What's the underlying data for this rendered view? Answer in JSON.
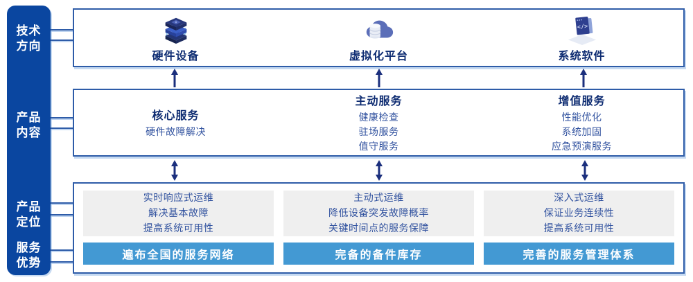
{
  "colors": {
    "sidebar_bg": "#0a46a0",
    "box_border": "#2e5ca8",
    "title_text": "#0e2c72",
    "body_text": "#31529f",
    "banner_bg": "#4399d3",
    "panel_bg": "#efefef",
    "arrow": "#1b2f7d"
  },
  "sidebar": {
    "labels": [
      {
        "line1": "技术",
        "line2": "方向"
      },
      {
        "line1": "产品",
        "line2": "内容"
      },
      {
        "line1": "产品",
        "line2": "定位"
      },
      {
        "line1": "服务",
        "line2": "优势"
      }
    ]
  },
  "tech_row": {
    "items": [
      {
        "icon": "server-stack-icon",
        "label": "硬件设备"
      },
      {
        "icon": "cloud-database-icon",
        "label": "虚拟化平台"
      },
      {
        "icon": "code-window-icon",
        "label": "系统软件"
      }
    ]
  },
  "content_row": {
    "items": [
      {
        "title": "核心服务",
        "lines": [
          "硬件故障解决"
        ]
      },
      {
        "title": "主动服务",
        "lines": [
          "健康检查",
          "驻场服务",
          "值守服务"
        ]
      },
      {
        "title": "增值服务",
        "lines": [
          "性能优化",
          "系统加固",
          "应急预演服务"
        ]
      }
    ]
  },
  "position_row": {
    "items": [
      {
        "lines": [
          "实时响应式运维",
          "解决基本故障",
          "提高系统可用性"
        ],
        "banner": "遍布全国的服务网络"
      },
      {
        "lines": [
          "主动式运维",
          "降低设备突发故障概率",
          "关键时间点的服务保障"
        ],
        "banner": "完备的备件库存"
      },
      {
        "lines": [
          "深入式运维",
          "保证业务连续性",
          "提高系统可用性"
        ],
        "banner": "完善的服务管理体系"
      }
    ]
  }
}
